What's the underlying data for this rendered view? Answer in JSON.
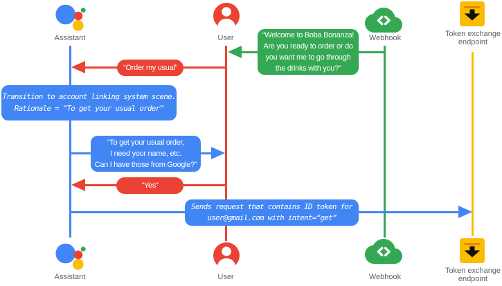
{
  "colors": {
    "blue": "#4285F4",
    "red": "#EA4335",
    "green": "#34A853",
    "yellow": "#FBBC04",
    "label_gray": "#5F6368",
    "message_text": "#FFFFFF"
  },
  "actors": {
    "assistant": {
      "label": "Assistant",
      "icon": "google-assistant-icon",
      "lifeline_color": "#4285F4"
    },
    "user": {
      "label": "User",
      "icon": "user-icon",
      "lifeline_color": "#EA4335"
    },
    "webhook": {
      "label": "Webhook",
      "icon": "webhook-cloud-icon",
      "lifeline_color": "#34A853"
    },
    "token": {
      "label": "Token exchange endpoint",
      "icon": "token-exchange-endpoint-icon",
      "lifeline_color": "#FBBC04"
    }
  },
  "messages": {
    "welcome": {
      "from": "Webhook",
      "to": "User",
      "style": "speech",
      "color": "green",
      "lines": [
        "“Welcome to Boba Bonanza!",
        "Are you ready to order or do",
        "you want me to go through",
        "the drinks with you?”"
      ]
    },
    "order_usual": {
      "from": "User",
      "to": "Assistant",
      "style": "speech",
      "color": "red",
      "lines": [
        "“Order my usual”"
      ]
    },
    "transition_note": {
      "on": "Assistant",
      "style": "system",
      "color": "blue",
      "lines": [
        "Transition to account linking system scene.",
        "Rationale = “To get your usual order”"
      ]
    },
    "ask_google": {
      "from": "Assistant",
      "to": "User",
      "style": "speech",
      "color": "blue",
      "lines": [
        "“To get your usual order,",
        "I need your name, etc.",
        "Can I have those from Google?”"
      ]
    },
    "yes": {
      "from": "User",
      "to": "Assistant",
      "style": "speech",
      "color": "red",
      "lines": [
        "“Yes”"
      ]
    },
    "token_request": {
      "from": "Assistant",
      "to": "Token exchange endpoint",
      "style": "system",
      "color": "blue",
      "lines": [
        "Sends request that contains ID token for",
        "user@gmail.com with intent=“get”"
      ]
    }
  }
}
